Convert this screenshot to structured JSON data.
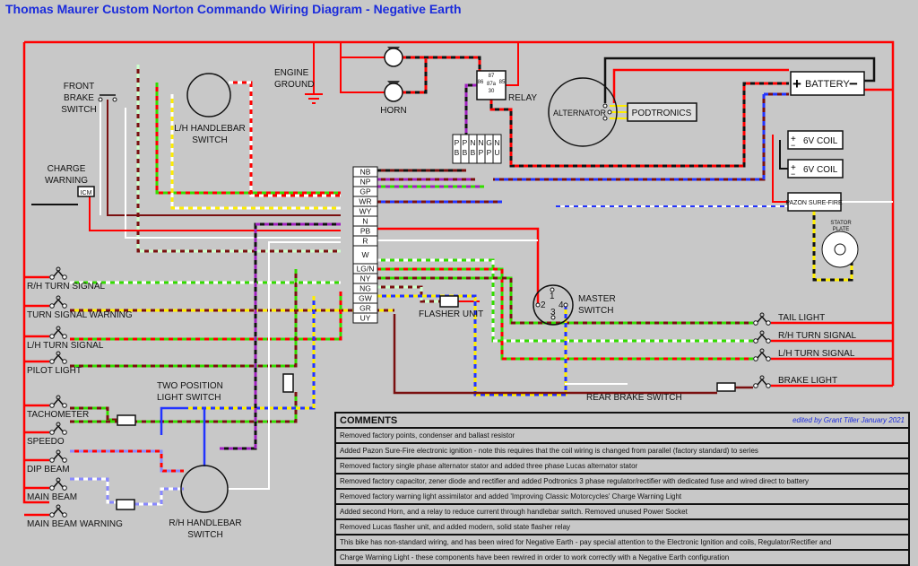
{
  "title": "Thomas Maurer Custom Norton Commando Wiring Diagram - Negative Earth",
  "labels": {
    "engine_ground": [
      "ENGINE",
      "GROUND"
    ],
    "horn": "HORN",
    "relay": "RELAY",
    "relay_pins": [
      "87",
      "86",
      "87a",
      "85",
      "30"
    ],
    "alternator": "ALTERNATOR",
    "podtronics": "PODTRONICS",
    "battery": "BATTERY",
    "battery_plus": "+",
    "battery_minus": "−",
    "coil1": "6V COIL",
    "coil2": "6V COIL",
    "pazon": "PAZON SURE-FIRE",
    "stator_plate": [
      "STATOR",
      "PLATE"
    ],
    "front_brake_switch": [
      "FRONT",
      "BRAKE",
      "SWITCH"
    ],
    "lh_handlebar_switch": [
      "L/H HANDLEBAR",
      "SWITCH"
    ],
    "charge_warning": [
      "CHARGE",
      "WARNING"
    ],
    "icm": "ICM",
    "master_switch": [
      "MASTER",
      "SWITCH"
    ],
    "master_pins": [
      "1",
      "2",
      "3",
      "4"
    ],
    "flasher_unit": "FLASHER UNIT",
    "rear_brake_switch": "REAR BRAKE SWITCH",
    "two_position_light_switch": [
      "TWO POSITION",
      "LIGHT SWITCH"
    ],
    "rh_handlebar_switch": [
      "R/H HANDLEBAR",
      "SWITCH"
    ]
  },
  "connector_main": [
    "NB",
    "NP",
    "GP",
    "WR",
    "WY",
    "N",
    "PB",
    "R",
    "W",
    "LG/N",
    "NY",
    "NG",
    "GW",
    "GR",
    "UY"
  ],
  "connector_small": [
    [
      "P",
      "B"
    ],
    [
      "P",
      "B"
    ],
    [
      "N",
      "B"
    ],
    [
      "N",
      "P"
    ],
    [
      "G",
      "P"
    ],
    [
      "N",
      "U"
    ]
  ],
  "left_lamps": [
    "R/H TURN SIGNAL",
    "TURN SIGNAL WARNING",
    "L/H TURN SIGNAL",
    "PILOT LIGHT",
    "TACHOMETER",
    "SPEEDO",
    "DIP BEAM",
    "MAIN BEAM",
    "MAIN BEAM WARNING"
  ],
  "right_lamps": [
    "TAIL LIGHT",
    "R/H TURN SIGNAL",
    "L/H TURN SIGNAL",
    "BRAKE LIGHT"
  ],
  "wire_colors": {
    "red": "#ff0000",
    "black": "#111111",
    "brown": "#7a1010",
    "green": "#33dd00",
    "white": "#ffffff",
    "yellow": "#ffee00",
    "blue": "#2233ff",
    "purple": "#a020c0",
    "light_green": "#ccffcc",
    "lavender": "#8888ff",
    "grey": "#888888"
  },
  "comments": {
    "header": "COMMENTS",
    "editor": "edited by Grant Tiller January 2021",
    "rows": [
      "Removed factory points, condenser and ballast resistor",
      "Added Pazon Sure-Fire electronic ignition - note this requires that the coil wiring is changed from parallel (factory standard) to series",
      "Removed factory single phase alternator stator and added three phase Lucas alternator stator",
      "Removed factory capacitor, zener diode and rectifier and added Podtronics 3 phase regulator/rectifier with dedicated fuse and wired direct to battery",
      "Removed factory warning light assimilator and added 'Improving Classic Motorcycles' Charge Warning Light",
      "Added second Horn, and a relay to reduce current through handlebar switch. Removed unused Power Socket",
      "Removed Lucas flasher unit, and added modern, solid state flasher relay",
      "This bike has non-standard wiring, and has been wired for Negative Earth - pay special attention to the Electronic Ignition and coils, Regulator/Rectifier and",
      "Charge Warning Light - these components have been rewired in order to work correctly with a Negative Earth configuration"
    ]
  }
}
